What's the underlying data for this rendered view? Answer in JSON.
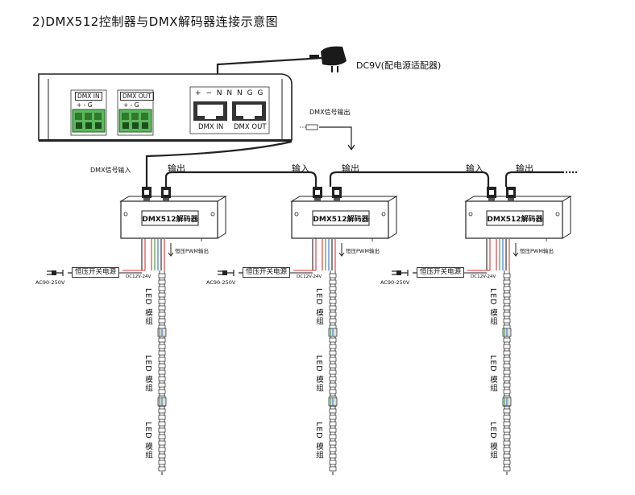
{
  "title": "2)DMX512控制器与DMX解码器连接示意图",
  "adapter_label": "DC9V(配电源适配器)",
  "controller": {
    "dmx_in_label": "DMX IN",
    "dmx_out_label": "DMX OUT",
    "term_in_pins": "+ - G",
    "term_out_pins": "+ - G",
    "rj45_pins": "+ − N N N G G",
    "rj45_in": "DMX IN",
    "rj45_out": "DMX OUT",
    "signal_out_label": "DMX信号输出"
  },
  "signal_in_label": "DMX信号输入",
  "decoders": [
    {
      "name": "DMX512解码器",
      "in_label": "",
      "out_label": "输出",
      "pwm_label": "恒压PWM输出",
      "psu_label": "恒压开关电源",
      "ac_label": "AC90-250V",
      "dc_label": "DC12V-24V",
      "led_labels": [
        "LED 模组",
        "LED 模组",
        "LED 模组"
      ]
    },
    {
      "name": "DMX512解码器",
      "in_label": "输入",
      "out_label": "输出",
      "pwm_label": "恒压PWM输出",
      "psu_label": "恒压开关电源",
      "ac_label": "AC90-250V",
      "dc_label": "DC12V-24V",
      "led_labels": [
        "LED 模组",
        "LED 模组",
        "LED 模组"
      ]
    },
    {
      "name": "DMX512解码器",
      "in_label": "输入",
      "out_label": "输出",
      "pwm_label": "恒压PWM输出",
      "psu_label": "恒压开关电源",
      "ac_label": "AC90-250V",
      "dc_label": "DC12V-24V",
      "led_labels": [
        "LED 模组",
        "LED 模组",
        "LED 模组"
      ]
    }
  ],
  "colors": {
    "terminal_green": "#5cb85c",
    "wire_red": "#e03030",
    "wire_green": "#2e9e2e",
    "wire_blue": "#2f6fd0",
    "line": "#222222"
  }
}
